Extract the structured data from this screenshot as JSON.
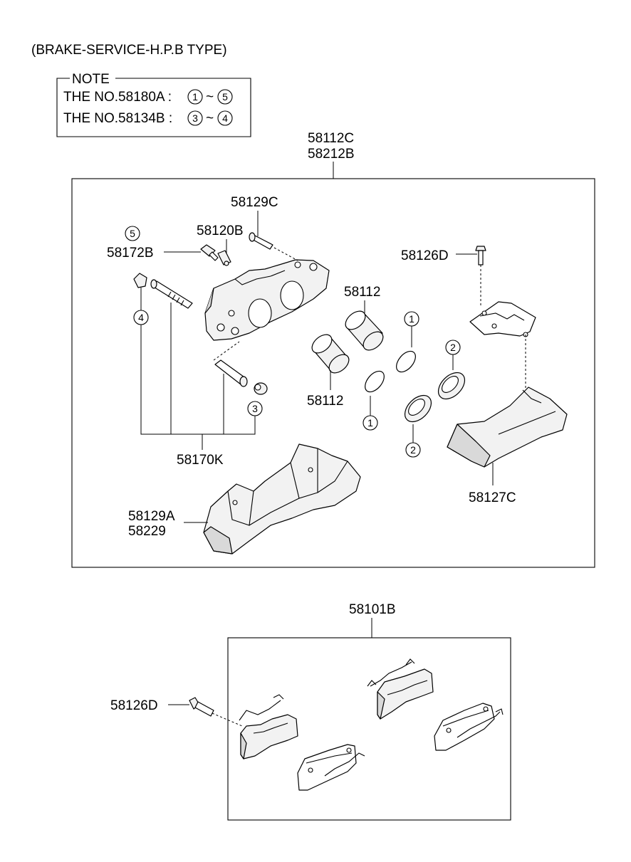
{
  "title": "(BRAKE-SERVICE-H.P.B TYPE)",
  "note": {
    "heading": "NOTE",
    "rows": [
      {
        "text": "THE NO.58180A :",
        "from": "1",
        "sep": "~",
        "to": "5"
      },
      {
        "text": "THE NO.58134B :",
        "from": "3",
        "sep": "~",
        "to": "4"
      }
    ]
  },
  "caliper_group": {
    "assembly_label_1": "58112C",
    "assembly_label_2": "58212B",
    "parts": {
      "bolt_58129C": "58129C",
      "bleeder_58120B": "58120B",
      "screw_58172B": "58172B",
      "callout_5": "5",
      "callout_4": "4",
      "callout_3": "3",
      "callout_1a": "1",
      "callout_1b": "1",
      "callout_2a": "2",
      "callout_2b": "2",
      "bolt_58126D": "58126D",
      "piston_upper": "58112",
      "piston_lower": "58112",
      "kit_58170K": "58170K",
      "bracket_58129A": "58129A",
      "bracket_58229": "58229",
      "cover_58127C": "58127C"
    }
  },
  "pad_group": {
    "assembly_label": "58101B",
    "bolt_label": "58126D"
  }
}
